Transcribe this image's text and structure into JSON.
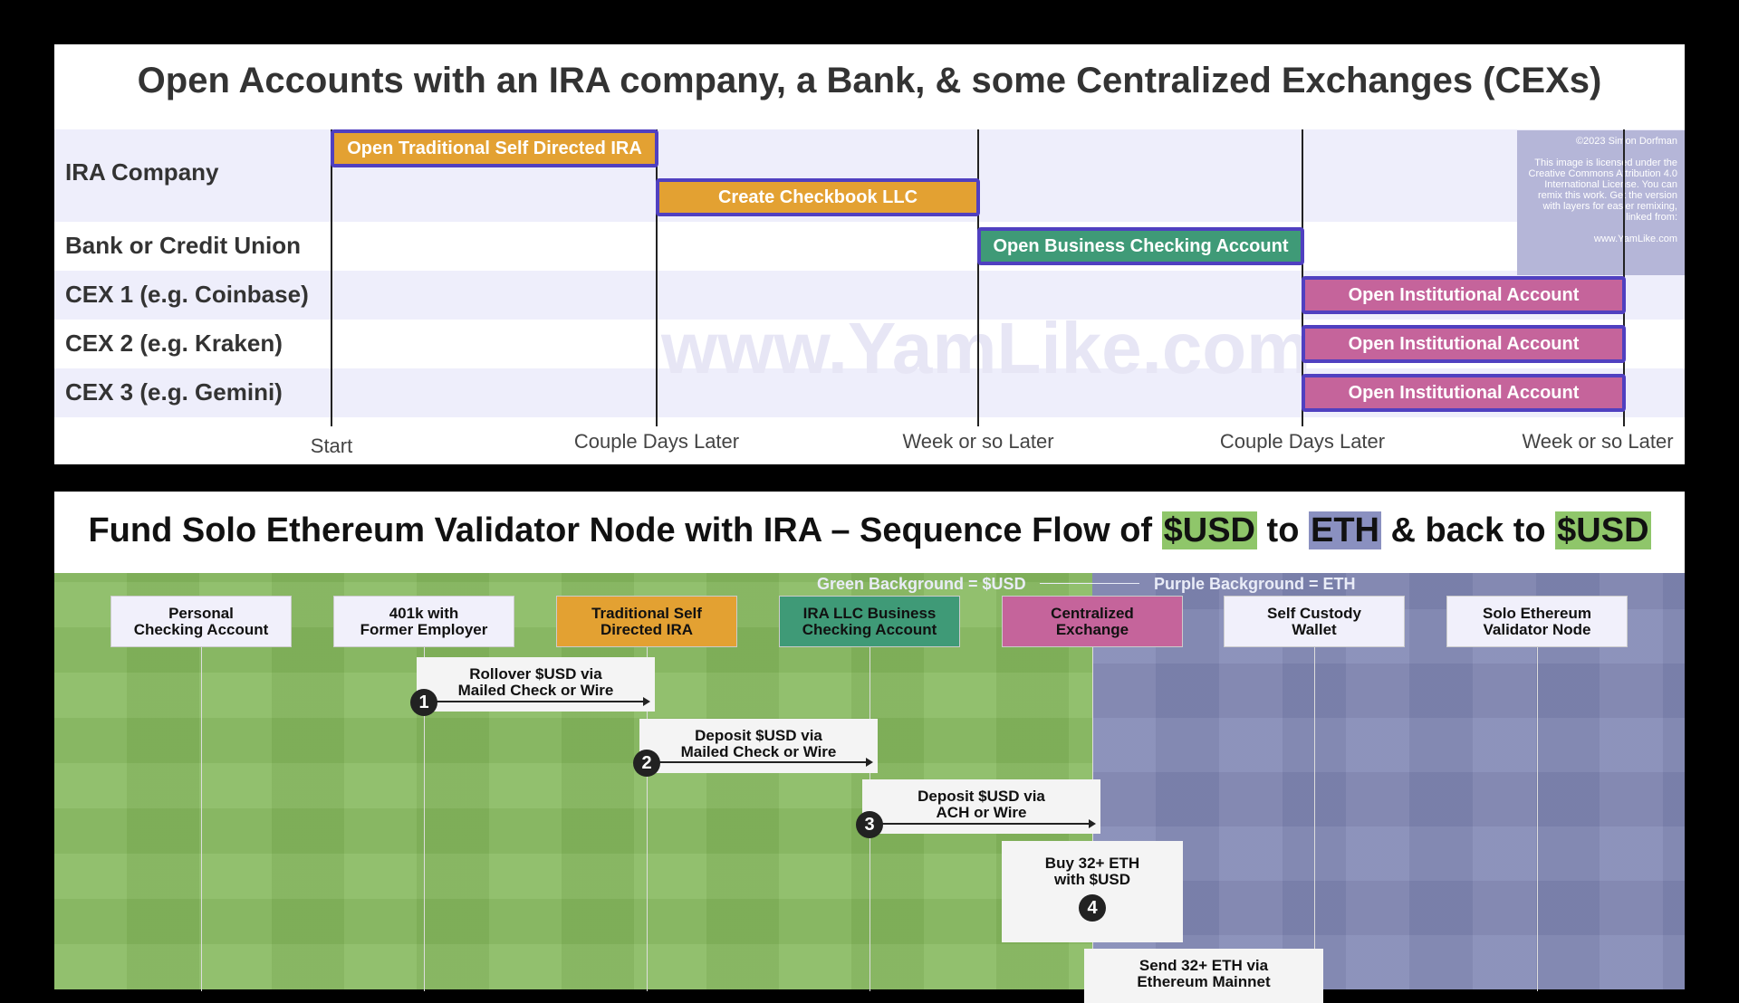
{
  "top_panel": {
    "title": "Open Accounts with an IRA company, a Bank, & some Centralized Exchanges (CEXs)",
    "rows": [
      "IRA Company",
      "Bank or Credit Union",
      "CEX 1 (e.g. Coinbase)",
      "CEX 2 (e.g. Kraken)",
      "CEX 3 (e.g. Gemini)"
    ],
    "ticks": [
      "Start",
      "Couple Days Later",
      "Week or so Later",
      "Couple Days Later",
      "Week or so Later"
    ],
    "bars": [
      {
        "label": "Open Traditional Self Directed IRA",
        "color": "#e3a132"
      },
      {
        "label": "Create Checkbook LLC",
        "color": "#e3a132"
      },
      {
        "label": "Open Business Checking Account",
        "color": "#3f9a77"
      },
      {
        "label": "Open Institutional Account",
        "color": "#c5649b"
      },
      {
        "label": "Open Institutional Account",
        "color": "#c5649b"
      },
      {
        "label": "Open Institutional Account",
        "color": "#c5649b"
      }
    ],
    "watermark": "www.YamLike.com",
    "license": {
      "copyright": "©2023 Simon Dorfman",
      "text": "This image is licensed under the Creative Commons Attribution 4.0 International License. You can remix this work. Get the version with layers for easier remixing, linked from:",
      "url": "www.YamLike.com"
    }
  },
  "bottom_panel": {
    "title_parts": [
      "Fund Solo Ethereum Validator Node with IRA – Sequence Flow of ",
      "$USD",
      " to ",
      "ETH",
      " & back to ",
      "$USD"
    ],
    "bg_green_label": "Green Background = $USD",
    "bg_purple_label": "Purple Background = ETH",
    "actors": [
      {
        "label": "Personal\nChecking Account"
      },
      {
        "label": "401k with\nFormer Employer"
      },
      {
        "label": "Traditional Self\nDirected IRA"
      },
      {
        "label": "IRA LLC Business\nChecking Account"
      },
      {
        "label": "Centralized\nExchange"
      },
      {
        "label": "Self Custody\nWallet"
      },
      {
        "label": "Solo Ethereum\nValidator Node"
      }
    ],
    "steps": [
      {
        "num": "1",
        "text": "Rollover $USD via\nMailed Check or Wire"
      },
      {
        "num": "2",
        "text": "Deposit $USD via\nMailed Check or Wire"
      },
      {
        "num": "3",
        "text": "Deposit $USD via\nACH or Wire"
      },
      {
        "num": "4",
        "text": "Buy 32+ ETH\nwith $USD"
      },
      {
        "num": "",
        "text": "Send 32+ ETH via\nEthereum Mainnet"
      }
    ]
  },
  "colors": {
    "orange": "#e3a132",
    "green": "#3f9a77",
    "pink": "#c5649b",
    "border": "#5040c0",
    "usd_bg": "#86b95e",
    "eth_bg": "#8187b4"
  }
}
